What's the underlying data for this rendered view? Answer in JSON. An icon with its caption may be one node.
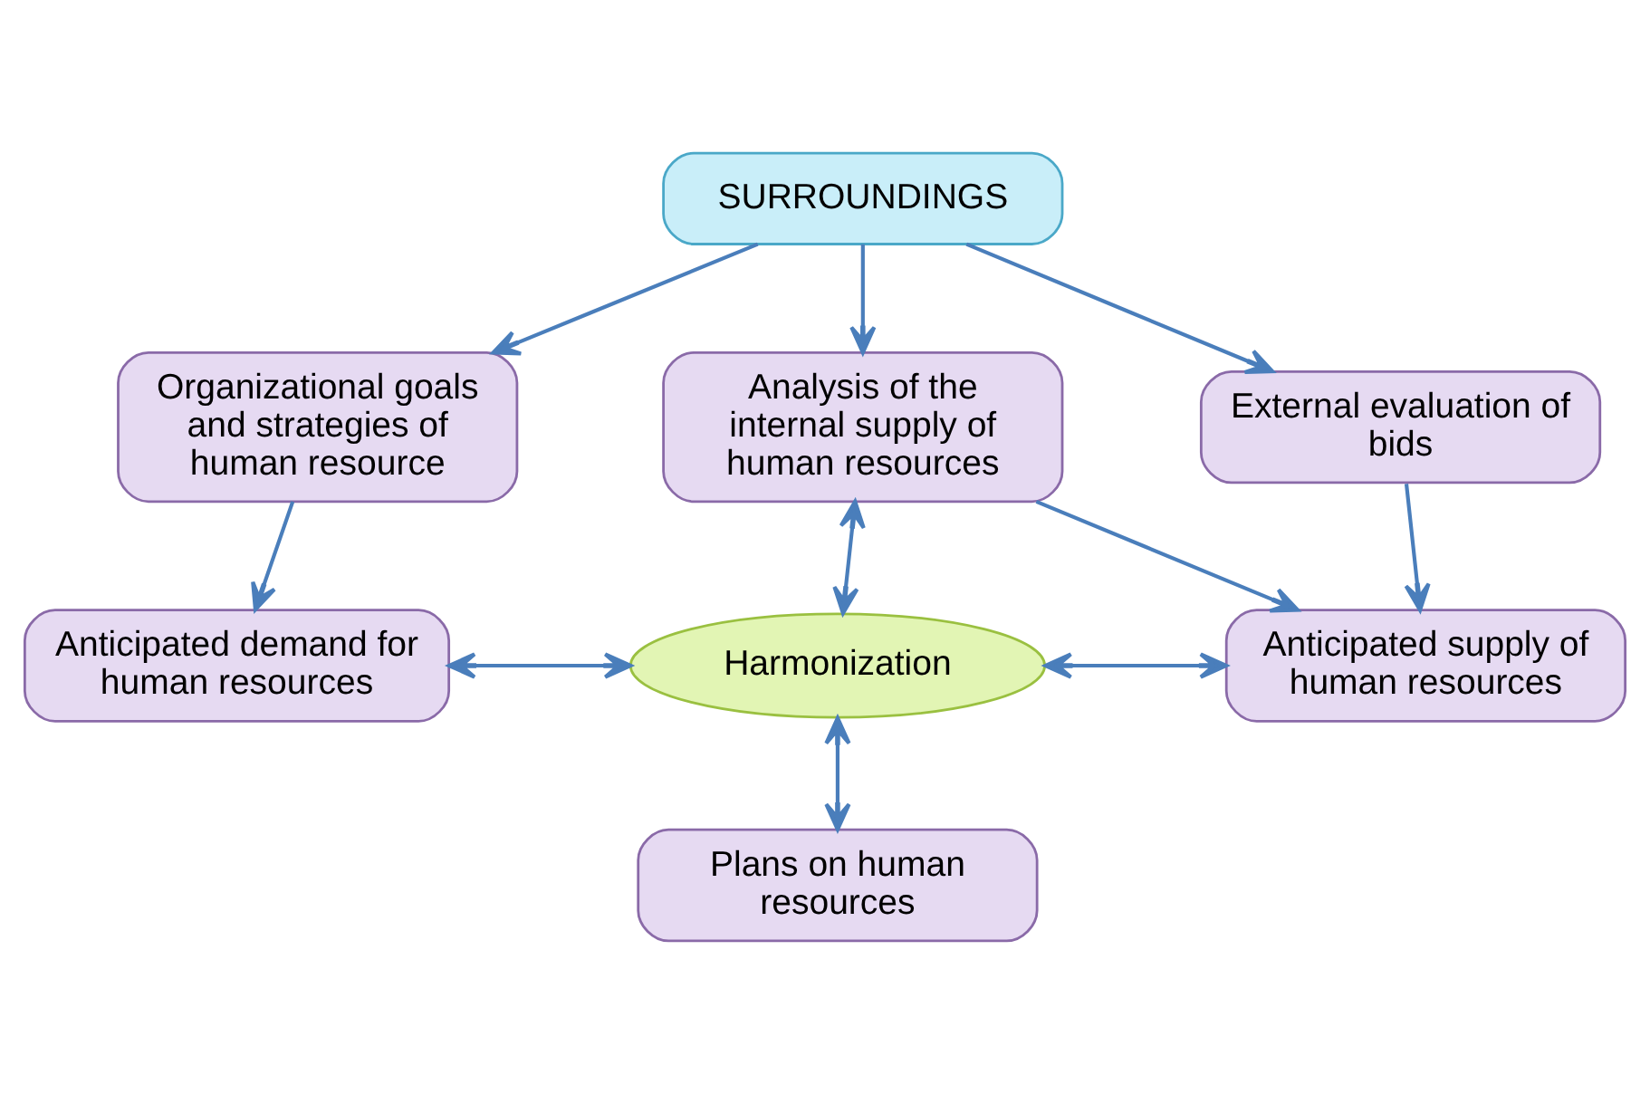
{
  "diagram": {
    "nodes": [
      {
        "text": [
          "SURROUNDINGS"
        ]
      },
      {
        "text": [
          "Organizational goals and strategies of human resource"
        ]
      },
      {
        "text": [
          "Analysis of the internal supply of human resources"
        ]
      },
      {
        "text": [
          "External evaluation of bids"
        ]
      },
      {
        "text": [
          "Anticipated demand for human resources"
        ]
      },
      {
        "text": [
          "Harmonization"
        ]
      },
      {
        "text": [
          "Anticipated supply of human resources"
        ]
      },
      {
        "text": [
          "Plans on human resources"
        ]
      }
    ],
    "edges": [
      {
        "from": 0,
        "to": 1,
        "arrow": "to"
      },
      {
        "from": 0,
        "to": 2,
        "arrow": "to"
      },
      {
        "from": 0,
        "to": 3,
        "arrow": "to"
      },
      {
        "from": 1,
        "to": 4,
        "arrow": "to"
      },
      {
        "from": 2,
        "to": 5,
        "arrow": "both"
      },
      {
        "from": 2,
        "to": 6,
        "arrow": "to"
      },
      {
        "from": 3,
        "to": 6,
        "arrow": "to"
      },
      {
        "from": 4,
        "to": 5,
        "arrow": "both"
      },
      {
        "from": 5,
        "to": 6,
        "arrow": "both"
      },
      {
        "from": 5,
        "to": 7,
        "arrow": "both"
      }
    ]
  }
}
